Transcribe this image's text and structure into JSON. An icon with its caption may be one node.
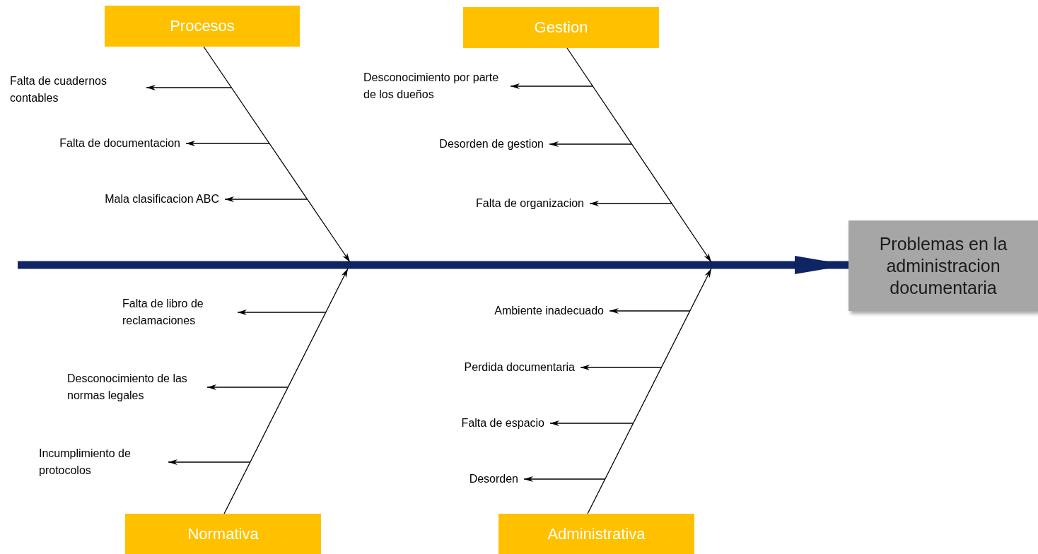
{
  "diagram": {
    "nodes": [
      {
        "text": [
          "Procesos"
        ]
      },
      {
        "text": [
          "Gestion"
        ]
      },
      {
        "text": [
          "Falta de cuadernos contables"
        ]
      },
      {
        "text": [
          "Desconocimiento por parte de los dueños"
        ]
      },
      {
        "text": [
          "Falta de documentacion"
        ]
      },
      {
        "text": [
          "Desorden de gestion"
        ]
      },
      {
        "text": [
          "Mala clasificacion ABC"
        ]
      },
      {
        "text": [
          "Falta de organizacion"
        ]
      },
      {
        "text": [
          "Problemas en la administracion documentaria"
        ]
      },
      {
        "text": [
          "Falta de libro de reclamaciones"
        ]
      },
      {
        "text": [
          "Ambiente inadecuado"
        ]
      },
      {
        "text": [
          "Desconocimiento de las normas legales"
        ]
      },
      {
        "text": [
          "Perdida documentaria"
        ]
      },
      {
        "text": [
          "Falta de espacio"
        ]
      },
      {
        "text": [
          "Incumplimiento de protocolos"
        ]
      },
      {
        "text": [
          "Desorden"
        ]
      },
      {
        "text": [
          "Normativa"
        ]
      },
      {
        "text": [
          "Administrativa"
        ]
      }
    ],
    "edges": [
      {
        "from": null,
        "to": 8,
        "arrow": "to",
        "style": "thick",
        "color": "#0f2463"
      },
      {
        "from": 0,
        "to": null,
        "arrow": "to"
      },
      {
        "from": 1,
        "to": null,
        "arrow": "to"
      },
      {
        "from": 16,
        "to": null,
        "arrow": "to"
      },
      {
        "from": 17,
        "to": null,
        "arrow": "to"
      },
      {
        "from": null,
        "to": 2,
        "arrow": "to"
      },
      {
        "from": null,
        "to": 4,
        "arrow": "to"
      },
      {
        "from": null,
        "to": 6,
        "arrow": "to"
      },
      {
        "from": null,
        "to": 3,
        "arrow": "to"
      },
      {
        "from": null,
        "to": 5,
        "arrow": "to"
      },
      {
        "from": null,
        "to": 7,
        "arrow": "to"
      },
      {
        "from": null,
        "to": 9,
        "arrow": "to"
      },
      {
        "from": null,
        "to": 11,
        "arrow": "to"
      },
      {
        "from": null,
        "to": 14,
        "arrow": "to"
      },
      {
        "from": null,
        "to": 10,
        "arrow": "to"
      },
      {
        "from": null,
        "to": 12,
        "arrow": "to"
      },
      {
        "from": null,
        "to": 13,
        "arrow": "to"
      },
      {
        "from": null,
        "to": 15,
        "arrow": "to"
      }
    ]
  }
}
